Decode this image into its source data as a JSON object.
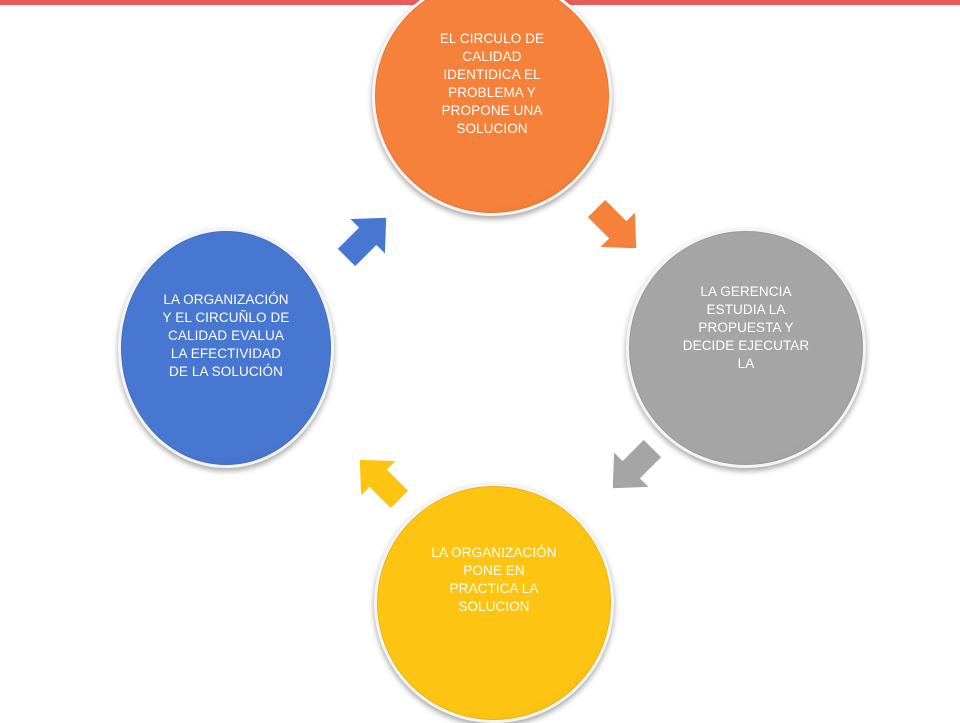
{
  "diagram": {
    "nodes": [
      {
        "id": "top",
        "text": "EL CIRCULO DE\nCALIDAD\nIDENTIDICA EL\nPROBLEMA Y\nPROPONE UNA\nSOLUCION",
        "color": "#f5813a"
      },
      {
        "id": "right",
        "text": "LA GERENCIA\nESTUDIA LA\nPROPUESTA  Y\nDECIDE EJECUTAR\nLA",
        "color": "#a5a5a5"
      },
      {
        "id": "bottom",
        "text": "LA ORGANIZACIÓN\nPONE EN\nPRACTICA  LA\nSOLUCION",
        "color": "#fdc412"
      },
      {
        "id": "left",
        "text": "LA ORGANIZACIÓN\nY EL CIRCUÑLO  DE\nCALIDAD   EVALUA\nLA EFECTIVIDAD\nDE LA SOLUCIÓN",
        "color": "#4877d1"
      }
    ],
    "arrows": [
      {
        "from": "top",
        "to": "right",
        "color": "#f5813a"
      },
      {
        "from": "right",
        "to": "bottom",
        "color": "#a5a5a5"
      },
      {
        "from": "bottom",
        "to": "left",
        "color": "#fdc412"
      },
      {
        "from": "left",
        "to": "top",
        "color": "#4877d1"
      }
    ],
    "accent_bar_color": "#e85c5c"
  }
}
